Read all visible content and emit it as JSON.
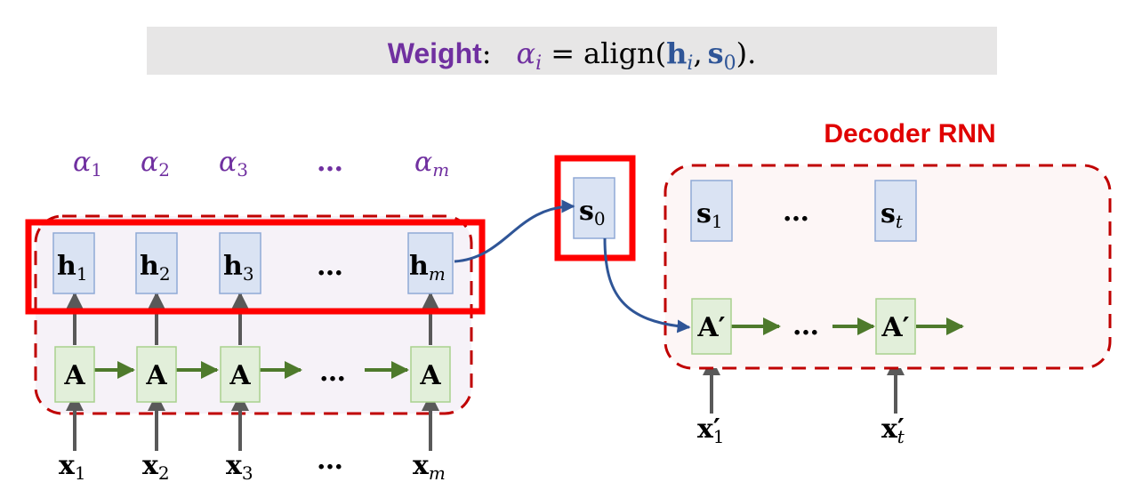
{
  "header": {
    "weight_label": "Weight",
    "colon": ":",
    "alpha_sym": "α",
    "alpha_sub": "i",
    "equals": "=",
    "align_fn": "align(",
    "h_sym": "h",
    "h_sub": "i",
    "comma": ",",
    "s_sym": "s",
    "s_sub": "0",
    "close": ")."
  },
  "alphas": [
    {
      "sym": "α",
      "sub": "1"
    },
    {
      "sym": "α",
      "sub": "2"
    },
    {
      "sym": "α",
      "sub": "3"
    },
    {
      "sym": "…",
      "sub": ""
    },
    {
      "sym": "α",
      "sub": "m"
    }
  ],
  "encoder": {
    "hidden": [
      {
        "sym": "h",
        "sub": "1"
      },
      {
        "sym": "h",
        "sub": "2"
      },
      {
        "sym": "h",
        "sub": "3"
      },
      {
        "sym": "…",
        "sub": ""
      },
      {
        "sym": "h",
        "sub": "m"
      }
    ],
    "cells": [
      "A",
      "A",
      "A",
      "…",
      "A"
    ],
    "inputs": [
      {
        "sym": "x",
        "sub": "1"
      },
      {
        "sym": "x",
        "sub": "2"
      },
      {
        "sym": "x",
        "sub": "3"
      },
      {
        "sym": "…",
        "sub": ""
      },
      {
        "sym": "x",
        "sub": "m"
      }
    ]
  },
  "s0": {
    "sym": "s",
    "sub": "0"
  },
  "decoder": {
    "title": "Decoder RNN",
    "states": [
      {
        "sym": "s",
        "sub": "1"
      },
      {
        "sym": "…",
        "sub": ""
      },
      {
        "sym": "s",
        "sub": "t"
      }
    ],
    "cells": [
      "A′",
      "…",
      "A′"
    ],
    "inputs": [
      {
        "sym": "x′",
        "sub": "1"
      },
      {
        "sym": "x′",
        "sub": "t"
      }
    ]
  },
  "colors": {
    "purple": "#7030a0",
    "blue_box_fill": "#dae3f3",
    "blue_box_stroke": "#8fa9d6",
    "green_box_fill": "#e2efda",
    "green_box_stroke": "#a9d18e",
    "green_arrow": "#4e7a2c",
    "red": "#ff0000",
    "dashed_red": "#c00000",
    "blue_curve": "#2f5597",
    "grey_arrow": "#595959"
  }
}
